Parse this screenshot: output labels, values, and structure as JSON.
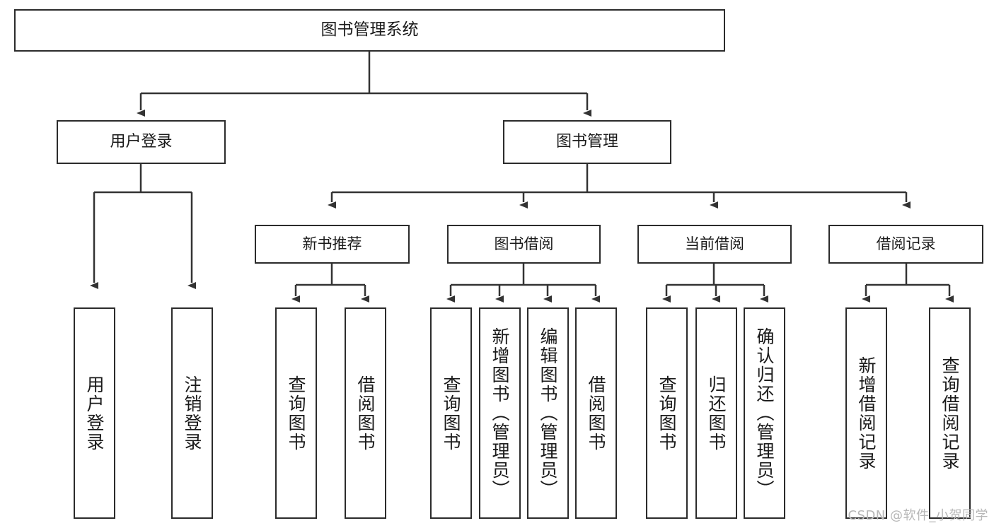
{
  "diagram": {
    "title": "图书管理系统",
    "type": "hierarchy-tree",
    "nodes": {
      "root": {
        "label": "图书管理系统"
      },
      "level1": [
        {
          "id": "user-login",
          "label": "用户登录"
        },
        {
          "id": "book-manage",
          "label": "图书管理"
        }
      ],
      "level2": [
        {
          "id": "new-book-rec",
          "label": "新书推荐"
        },
        {
          "id": "book-borrow",
          "label": "图书借阅"
        },
        {
          "id": "current-borrow",
          "label": "当前借阅"
        },
        {
          "id": "borrow-record",
          "label": "借阅记录"
        }
      ],
      "leaves": {
        "user-login": [
          {
            "id": "leaf-user-login",
            "label": "用户登录"
          },
          {
            "id": "leaf-user-logout",
            "label": "注销登录"
          }
        ],
        "new-book-rec": [
          {
            "id": "leaf-query-book-1",
            "label": "查询图书"
          },
          {
            "id": "leaf-borrow-book-1",
            "label": "借阅图书"
          }
        ],
        "book-borrow": [
          {
            "id": "leaf-query-book-2",
            "label": "查询图书"
          },
          {
            "id": "leaf-add-book",
            "label": "新增图书（管理员）"
          },
          {
            "id": "leaf-edit-book",
            "label": "编辑图书（管理员）"
          },
          {
            "id": "leaf-borrow-book-2",
            "label": "借阅图书"
          }
        ],
        "current-borrow": [
          {
            "id": "leaf-query-book-3",
            "label": "查询图书"
          },
          {
            "id": "leaf-return-book",
            "label": "归还图书"
          },
          {
            "id": "leaf-confirm-return",
            "label": "确认归还（管理员）"
          }
        ],
        "borrow-record": [
          {
            "id": "leaf-add-record",
            "label": "新增借阅记录"
          },
          {
            "id": "leaf-query-record",
            "label": "查询借阅记录"
          }
        ]
      }
    },
    "watermark": "CSDN @软件_小贺同学",
    "colors": {
      "stroke": "#2b2b2b",
      "fill": "#ffffff",
      "text": "#1a1a1a",
      "watermark": "#b7b7b7"
    }
  }
}
